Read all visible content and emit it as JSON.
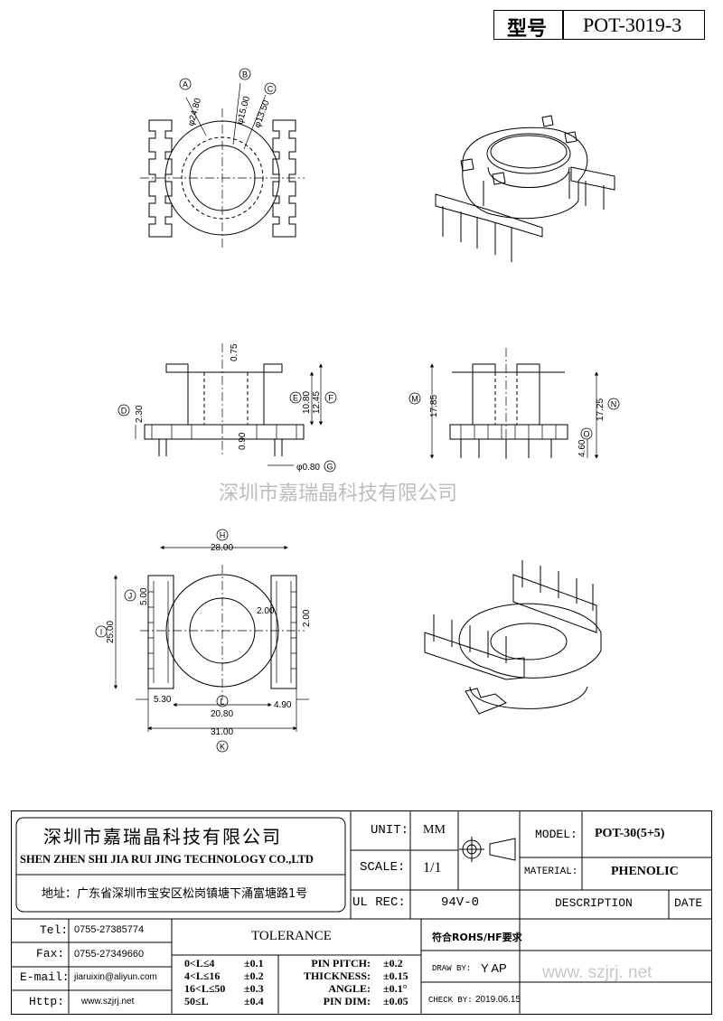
{
  "header": {
    "model_label": "型号",
    "model_value": "POT-3019-3"
  },
  "watermark": {
    "center_text": "深圳市嘉瑞晶科技有限公司",
    "corner_text": "www. szjrj. net"
  },
  "drawing": {
    "top_view": {
      "callout_a": "A",
      "callout_b": "B",
      "callout_c": "C",
      "dim_a": "φ24.80",
      "dim_b": "φ15.00",
      "dim_c": "φ13.50"
    },
    "side_view": {
      "callout_d": "D",
      "callout_e": "E",
      "callout_f": "F",
      "callout_g": "G",
      "dim_top": "0.75",
      "dim_d": "2.30",
      "dim_e": "10.80",
      "dim_f": "12.45",
      "dim_bottom": "0.90",
      "dim_g": "φ0.80"
    },
    "end_view": {
      "callout_m": "M",
      "callout_n": "N",
      "callout_o": "O",
      "dim_m": "17.85",
      "dim_n": "17.25",
      "dim_o": "4.60"
    },
    "bottom_view": {
      "callout_h": "H",
      "callout_i": "I",
      "callout_j": "J",
      "callout_k": "K",
      "callout_l": "L",
      "dim_h": "28.00",
      "dim_i": "25.00",
      "dim_j": "5.00",
      "dim_k": "31.00",
      "dim_l": "20.80",
      "dim_left": "5.30",
      "dim_right": "4.90",
      "dim_slot_a": "2.00",
      "dim_slot_b": "2.00"
    }
  },
  "title_block": {
    "company_cn": "深圳市嘉瑞晶科技有限公司",
    "company_en": "SHEN ZHEN SHI  JIA RUI JING  TECHNOLOGY CO.,LTD",
    "address": "地址：广东省深圳市宝安区松岗镇塘下涌富塘路1号",
    "unit_label": "UNIT:",
    "unit_value": "MM",
    "scale_label": "SCALE:",
    "scale_value": "1/1",
    "ul_label": "UL REC:",
    "ul_value": "94V-0",
    "model_label": "MODEL:",
    "model_value": "POT-30(5+5)",
    "material_label": "MATERIAL:",
    "material_value": "PHENOLIC",
    "description_label": "DESCRIPTION",
    "date_label": "DATE",
    "tel_label": "Tel:",
    "tel_value": "0755-27385774",
    "fax_label": "Fax:",
    "fax_value": "0755-27349660",
    "email_label": "E-mail:",
    "email_value": "jiaruixin@aliyun.com",
    "http_label": "Http:",
    "http_value": "www.szjrj.net",
    "tolerance_label": "TOLERANCE",
    "rohs_label": "符合ROHS/HF要求",
    "tol_rows": [
      {
        "range": "0<L≤4",
        "tol": "±0.1"
      },
      {
        "range": "4<L≤16",
        "tol": "±0.2"
      },
      {
        "range": "16<L≤50",
        "tol": "±0.3"
      },
      {
        "range": "50≤L",
        "tol": "±0.4"
      }
    ],
    "spec_rows": [
      {
        "name": "PIN PITCH:",
        "tol": "±0.2"
      },
      {
        "name": "THICKNESS:",
        "tol": "±0.15"
      },
      {
        "name": "ANGLE:",
        "tol": "±0.1°"
      },
      {
        "name": "PIN DIM:",
        "tol": "±0.05"
      }
    ],
    "draw_by_label": "DRAW BY:",
    "draw_by_value": "Y AP",
    "check_by_label": "CHECK BY:",
    "check_by_value": "2019.06.15"
  }
}
